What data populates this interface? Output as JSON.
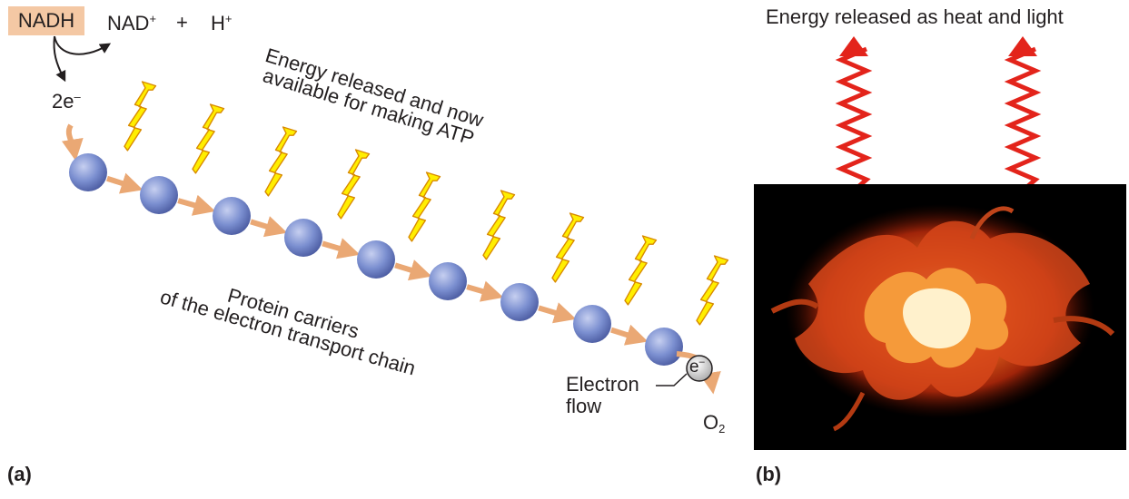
{
  "panel_a": {
    "label": "(a)",
    "nadh": "NADH",
    "nad_plus": "NAD",
    "plus_sign": "+",
    "plus": "+",
    "h_plus": "H",
    "electrons": "2e",
    "minus_sign": "–",
    "energy_label_line1": "Energy released and now",
    "energy_label_line2": "available for making ATP",
    "carriers_label_line1": "Protein carriers",
    "carriers_label_line2": "of the electron transport chain",
    "electron_symbol": "e",
    "electron_flow_line1": "Electron",
    "electron_flow_line2": "flow",
    "oxygen": "O",
    "oxygen_subscript": "2",
    "colors": {
      "carrier": "#7b8fd0",
      "arrow": "#eaa874",
      "bolt_fill": "#ffee00",
      "bolt_stroke": "#d88a00",
      "nadh_bg": "#f4c8a4"
    }
  },
  "panel_b": {
    "label": "(b)",
    "heat_light_label": "Energy released as heat and light",
    "colors": {
      "zigzag": "#e3241b",
      "background": "#000000"
    }
  }
}
